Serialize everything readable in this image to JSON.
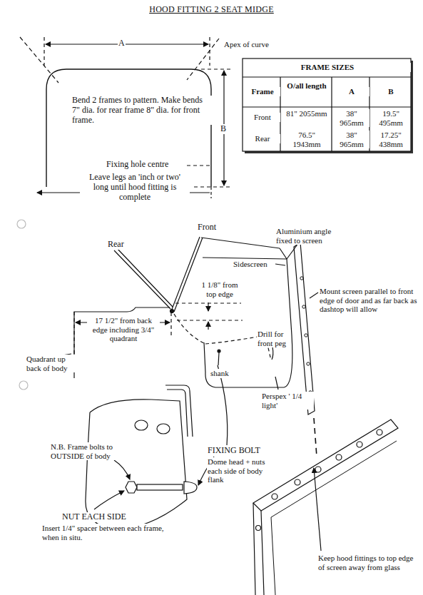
{
  "diagram": {
    "title": "HOOD FITTING 2 SEAT MIDGE",
    "labels": [
      "A",
      "Apex of curve",
      "B",
      "Bend 2 frames to pattern. Make bends 7\" dia. for rear frame 8\" dia. for front frame.",
      "Fixing hole centre",
      "Leave legs an 'inch or two' long until hood fitting is complete",
      "FRAME SIZES",
      "Frame",
      "O/all length",
      "A",
      "B",
      "Front",
      "81\" 2055mm",
      "38\" 965mm",
      "19.5\" 495mm",
      "Rear",
      "76.5\" 1943mm",
      "38\" 965mm",
      "17.25\" 438mm",
      "Front",
      "Rear",
      "Aluminium angle fixed to screen",
      "Sidescreen",
      "1 1/8\" from top edge",
      "Mount screen parallel to front edge of door and as far back as dashtop will allow",
      "17 1/2\" from back edge including 3/4\" quadrant",
      "Quadrant up back of body",
      "Drill for front peg",
      "shank",
      "Perspex ' 1/4 light'",
      "N.B. Frame bolts to OUTSIDE of body",
      "FIXING BOLT",
      "Dome head + nuts each side of body flank",
      "NUT EACH SIDE",
      "Insert 1/4\" spacer between each frame, when in situ.",
      "Keep hood fittings to top edge of screen away from glass"
    ]
  }
}
